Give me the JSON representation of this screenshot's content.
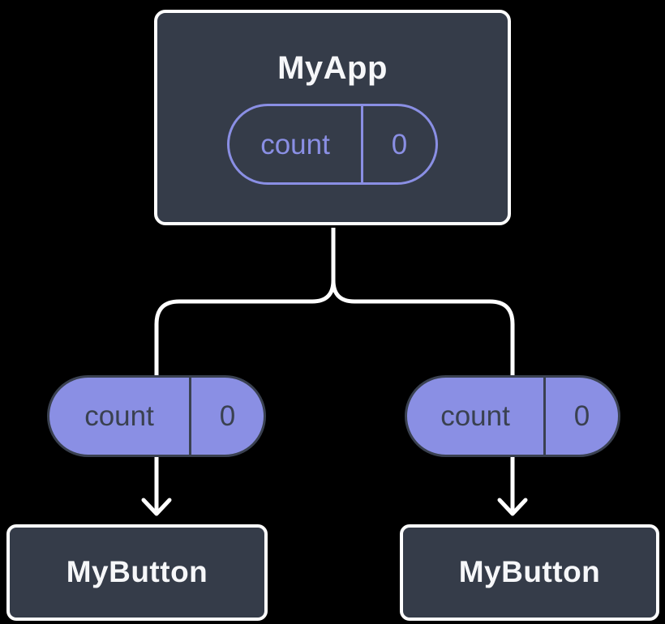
{
  "colors": {
    "bg": "#000000",
    "node": "#353C49",
    "dark": "#3A4150",
    "purple": "#8A8FE4",
    "line": "#FFFFFF",
    "text": "#F6F7F9"
  },
  "tree": {
    "root": {
      "title": "MyApp",
      "state": {
        "name": "count",
        "value": "0"
      }
    },
    "children": [
      {
        "title": "MyButton",
        "prop": {
          "name": "count",
          "value": "0"
        }
      },
      {
        "title": "MyButton",
        "prop": {
          "name": "count",
          "value": "0"
        }
      }
    ]
  }
}
